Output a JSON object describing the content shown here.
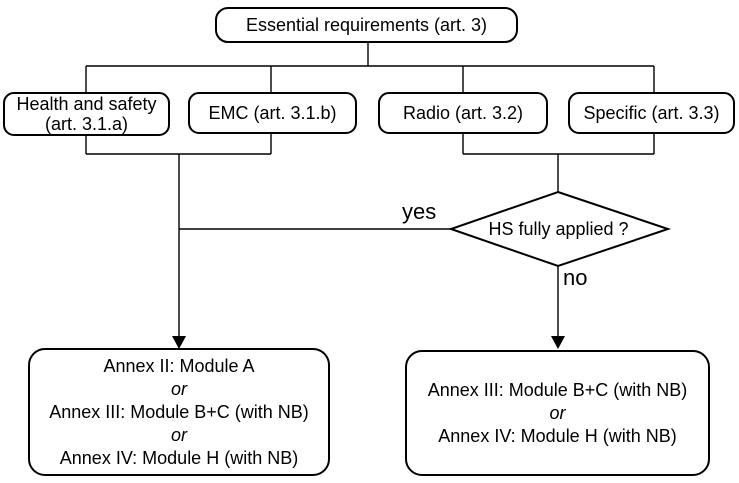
{
  "nodes": {
    "essential": {
      "label": "Essential requirements (art. 3)"
    },
    "health": {
      "lines": [
        "Health and safety",
        "(art. 3.1.a)"
      ]
    },
    "emc": {
      "label": "EMC (art. 3.1.b)"
    },
    "radio": {
      "label": "Radio (art. 3.2)"
    },
    "specific": {
      "label": "Specific (art. 3.3)"
    },
    "decision": {
      "label": "HS fully applied ?"
    },
    "annex_left": {
      "lines": [
        "Annex II: Module A",
        "or",
        "Annex III: Module B+C (with NB)",
        "or",
        "Annex IV: Module H (with NB)"
      ]
    },
    "annex_right": {
      "lines": [
        "Annex III: Module B+C (with NB)",
        "or",
        "Annex IV: Module H (with NB)"
      ]
    }
  },
  "edges": {
    "yes_label": "yes",
    "no_label": "no"
  },
  "colors": {
    "stroke": "#000000",
    "background": "#ffffff",
    "text": "#000000"
  }
}
